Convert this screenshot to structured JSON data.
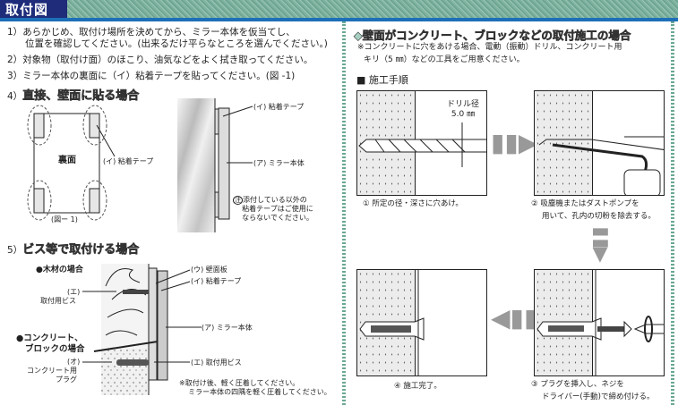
{
  "header": {
    "title": "取付図"
  },
  "left": {
    "steps": [
      {
        "num": "1）",
        "line1": "あらかじめ、取付け場所を決めてから、ミラー本体を仮当てし、",
        "line2": "位置を確認してください。(出来るだけ平らなところを選んでください。)"
      },
      {
        "num": "2）",
        "line1": "対象物（取付け面）のほこり、油気などをよく拭き取ってください。"
      },
      {
        "num": "3）",
        "line1": "ミラー本体の裏面に（イ）粘着テープを貼ってください。(図 -1)"
      }
    ],
    "section4": {
      "num": "4）",
      "title": "直接、壁面に貼る場合",
      "back_label": "裏面",
      "tape_label": "(イ) 粘着テープ",
      "fig_label": "(図ー 1)",
      "side_tape_label": "(イ) 粘着テープ",
      "side_mirror_label": "(ア) ミラー本体",
      "note_mark": "注",
      "note": [
        "添付している以外の",
        "粘着テープはご使用に",
        "ならないでください。"
      ]
    },
    "section5": {
      "num": "5）",
      "title": "ビス等で取付ける場合",
      "wood": "●木材の場合",
      "concrete": [
        "●コンクリート、",
        "ブロックの場合"
      ],
      "screw_label": [
        "(エ)",
        "取付用ビス"
      ],
      "plug_label": [
        "(オ)",
        "コンクリート用",
        "プラグ"
      ],
      "wall_board": "(ウ) 壁面板",
      "tape": "(イ) 粘着テープ",
      "mirror": "(ア) ミラー本体",
      "screw2": "(エ) 取付用ビス",
      "note": [
        "※取付け後、軽く圧着してください。",
        "ミラー本体の四隅を軽く圧着してください。"
      ]
    }
  },
  "right": {
    "title": "◆壁面がコンクリート、ブロックなどの取付施工の場合",
    "note": [
      "※コンクリートに穴をあける場合、電動（振動）ドリル、コンクリート用",
      "キリ（5 ㎜）などの工具をご用意ください。"
    ],
    "procedure": "■ 施工手順",
    "drill_label": [
      "ドリル径",
      "5.0 ㎜"
    ],
    "steps": [
      {
        "caption": [
          "① 所定の径・深さに穴あけ。"
        ]
      },
      {
        "caption": [
          "② 吸塵機またはダストポンプを",
          "用いて、孔内の切粉を除去する。"
        ]
      },
      {
        "caption": [
          "③ プラグを挿入し、ネジを",
          "ドライバー(手動)で締め付ける。"
        ]
      },
      {
        "caption": [
          "④ 施工完了。"
        ]
      }
    ]
  }
}
